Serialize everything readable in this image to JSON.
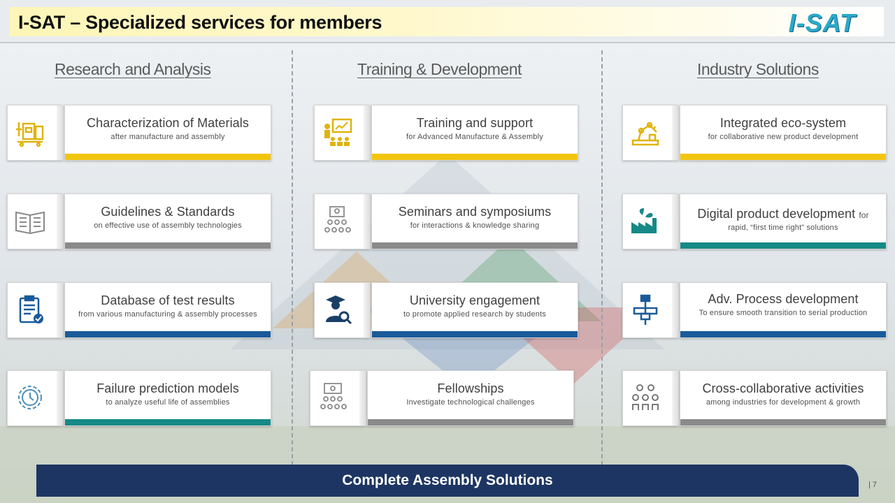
{
  "title": "I-SAT – Specialized services for members",
  "logo": "I-SAT",
  "colors": {
    "yellow": "#f2c511",
    "gray": "#8a8a8a",
    "blue": "#1a5a9a",
    "teal": "#158a86",
    "navy": "#1d3562"
  },
  "columns": [
    {
      "heading": "Research and Analysis"
    },
    {
      "heading": "Training & Development"
    },
    {
      "heading": "Industry Solutions"
    }
  ],
  "cards": {
    "research": [
      {
        "title": "Characterization of Materials",
        "subtitle": "after manufacture and assembly",
        "icon": "lab-equipment-icon",
        "accent": "#f2c511"
      },
      {
        "title": "Guidelines & Standards",
        "subtitle": "on effective use of assembly technologies",
        "icon": "open-book-icon",
        "accent": "#8a8a8a"
      },
      {
        "title": "Database of test results",
        "subtitle": "from various manufacturing & assembly processes",
        "icon": "clipboard-check-icon",
        "accent": "#1a5a9a"
      },
      {
        "title": "Failure prediction models",
        "subtitle": "to analyze useful life of assemblies",
        "icon": "gear-clock-icon",
        "accent": "#158a86"
      }
    ],
    "training": [
      {
        "title": "Training and support",
        "subtitle": "for Advanced Manufacture & Assembly",
        "icon": "presentation-icon",
        "accent": "#f2c511"
      },
      {
        "title": "Seminars and symposiums",
        "subtitle": "for interactions & knowledge sharing",
        "icon": "audience-icon",
        "accent": "#8a8a8a"
      },
      {
        "title": "University engagement",
        "subtitle": "to promote applied research by students",
        "icon": "graduate-search-icon",
        "accent": "#1a5a9a"
      },
      {
        "title": "Fellowships",
        "subtitle": "Investigate technological challenges",
        "icon": "group-presentation-icon",
        "accent": "#8a8a8a"
      }
    ],
    "industry": [
      {
        "title": "Integrated eco-system",
        "subtitle": "for collaborative new product development",
        "icon": "robot-arm-icon",
        "accent": "#f2c511"
      },
      {
        "title": "Digital product development",
        "title_suffix": "for",
        "subtitle": "rapid, “first time right” solutions",
        "icon": "green-factory-icon",
        "accent": "#158a86"
      },
      {
        "title": "Adv. Process development",
        "subtitle": "To ensure smooth transition to serial production",
        "icon": "press-tool-icon",
        "accent": "#1a5a9a"
      },
      {
        "title": "Cross-collaborative activities",
        "subtitle": "among industries for development & growth",
        "icon": "people-network-icon",
        "accent": "#8a8a8a"
      }
    ]
  },
  "footer": "Complete Assembly Solutions",
  "page_number": "| 7"
}
